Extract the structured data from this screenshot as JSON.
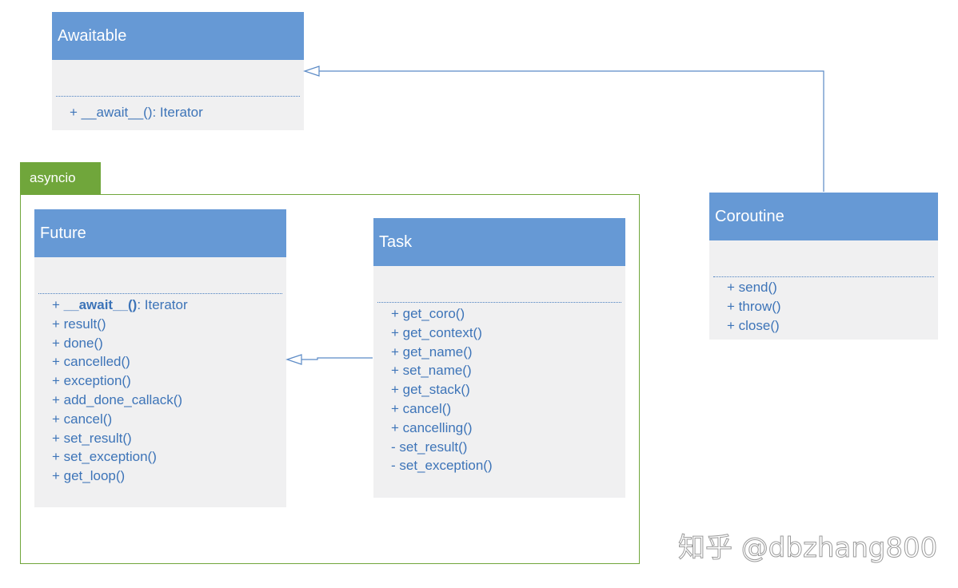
{
  "classes": {
    "awaitable": {
      "name": "Awaitable",
      "methods": [
        "+ __await__(): Iterator"
      ]
    },
    "future": {
      "name": "Future",
      "methods": [
        "+ result()",
        "+ done()",
        "+ cancelled()",
        "+ exception()",
        "+ add_done_callack()",
        "+ cancel()",
        "+ set_result()",
        "+ set_exception()",
        "+ get_loop()"
      ],
      "await_prefix": "+ ",
      "await_name": "__await__()",
      "await_suffix": ": Iterator"
    },
    "task": {
      "name": "Task",
      "methods": [
        "+ get_coro()",
        "+ get_context()",
        "+ get_name()",
        "+ set_name()",
        "+ get_stack()",
        "+ cancel()",
        "+ cancelling()",
        "- set_result()",
        "- set_exception()"
      ]
    },
    "coroutine": {
      "name": "Coroutine",
      "methods": [
        "+ send()",
        "+ throw()",
        "+ close()"
      ]
    }
  },
  "package": {
    "name": "asyncio"
  },
  "watermark": "知乎 @dbzhang800",
  "colors": {
    "header": "#6699d5",
    "body": "#f0f0f1",
    "text": "#3d74b8",
    "package": "#70a63b",
    "arrow": "#5b8ac6"
  }
}
